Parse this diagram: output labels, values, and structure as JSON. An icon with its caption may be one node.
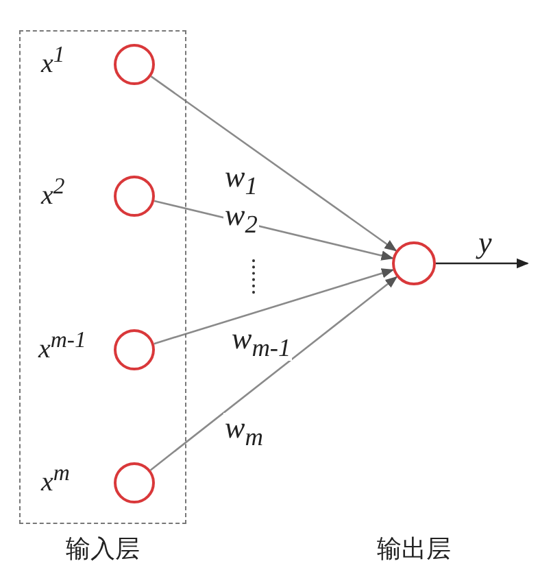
{
  "diagram": {
    "nodes": [
      {
        "text": [
          "输入层"
        ]
      },
      {
        "text": [],
        "shape": "circle",
        "in": 0,
        "beside": [
          "x$^{1}$"
        ]
      },
      {
        "text": [],
        "shape": "circle",
        "in": 0,
        "beside": [
          "x$^{2}$"
        ]
      },
      {
        "text": [],
        "shape": "circle",
        "in": 0,
        "beside": [
          "x$^{m-1}$"
        ]
      },
      {
        "text": [],
        "shape": "circle",
        "in": 0,
        "beside": [
          "x$^{m}$"
        ]
      },
      {
        "text": [],
        "shape": "circle"
      }
    ],
    "edges": [
      {
        "from": 1,
        "to": 5,
        "arrow": "to",
        "label": "w$_{1}$"
      },
      {
        "from": 2,
        "to": 5,
        "arrow": "to",
        "label": "w$_{2}$"
      },
      {
        "from": 3,
        "to": 5,
        "arrow": "to",
        "label": "w$_{m-1}$"
      },
      {
        "from": 4,
        "to": 5,
        "arrow": "to",
        "label": "w$_{m}$"
      },
      {
        "from": 5,
        "to": null,
        "arrow": "to",
        "label": "y",
        "color": "#222222"
      }
    ],
    "labels": [
      "输出层"
    ]
  }
}
